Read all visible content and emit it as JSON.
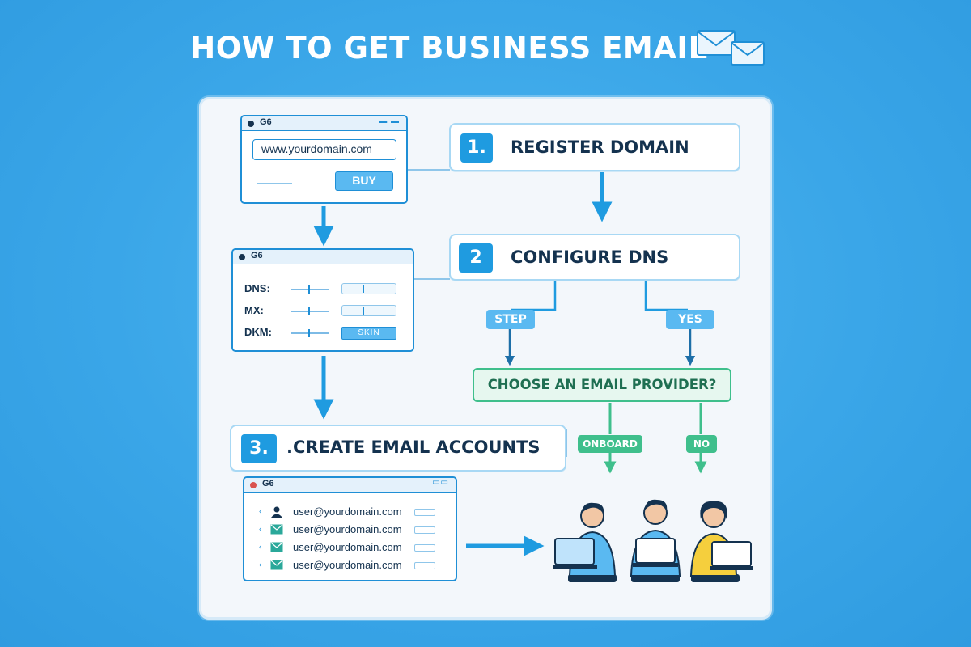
{
  "title": "HOW TO GET BUSINESS EMAIL",
  "colors": {
    "background": "#3aa6e8",
    "accent_blue": "#1f9be0",
    "accent_green": "#3fbf8c",
    "text_dark": "#14324f"
  },
  "domain_window": {
    "tab": "G6",
    "url": "www.yourdomain.com",
    "buy_label": "BUY"
  },
  "dns_window": {
    "tab": "G6",
    "rows": [
      "DNS:",
      "MX:",
      "DKM:"
    ],
    "button_label": "SKIN"
  },
  "accounts_window": {
    "tab": "G6",
    "accounts": [
      {
        "email": "user@yourdomain.com",
        "icon": "person-icon"
      },
      {
        "email": "user@yourdomain.com",
        "icon": "mail-icon"
      },
      {
        "email": "user@yourdomain.com",
        "icon": "mail-icon"
      },
      {
        "email": "user@yourdomain.com",
        "icon": "mail-icon"
      }
    ]
  },
  "steps": [
    {
      "number": "1.",
      "label": "REGISTER DOMAIN"
    },
    {
      "number": "2",
      "label": "CONFIGURE DNS"
    },
    {
      "number": "3.",
      "label": ".CREATE EMAIL ACCOUNTS"
    }
  ],
  "branch_labels": {
    "left": "STEP",
    "right": "YES"
  },
  "decision": "CHOOSE AN EMAIL PROVIDER?",
  "outcome_labels": {
    "left": "ONBOARD",
    "right": "NO"
  },
  "people_icons": [
    "person-with-laptop-icon",
    "person-with-laptop-icon",
    "person-with-laptop-icon"
  ]
}
